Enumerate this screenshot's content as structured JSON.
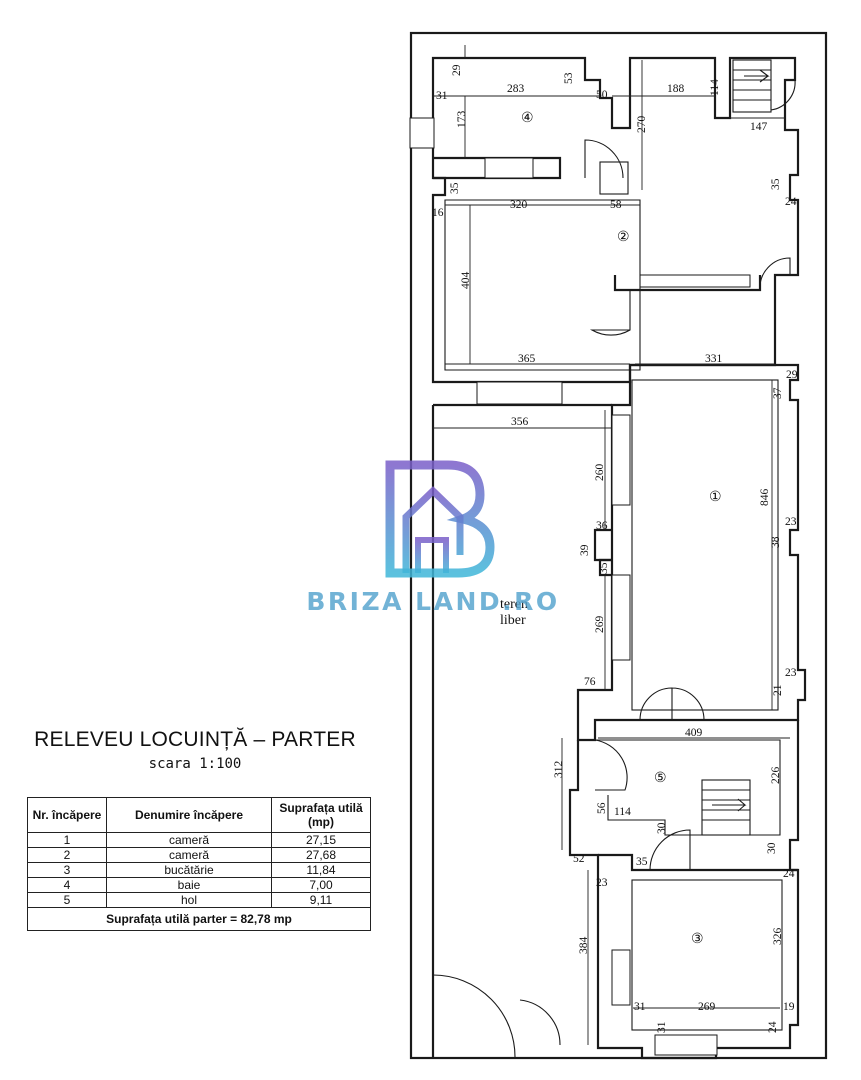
{
  "title": "RELEVEU LOCUINȚĂ – PARTER",
  "scale": "scara 1:100",
  "watermark": {
    "text": "BRIZA LAND.RO",
    "colors": {
      "purple": "#7a5fc9",
      "blue": "#3fb6d8"
    }
  },
  "table": {
    "headers": [
      "Nr. încăpere",
      "Denumire încăpere",
      "Suprafața utilă (mp)"
    ],
    "rows": [
      {
        "nr": "1",
        "name": "cameră",
        "area": "27,15"
      },
      {
        "nr": "2",
        "name": "cameră",
        "area": "27,68"
      },
      {
        "nr": "3",
        "name": "bucătărie",
        "area": "11,84"
      },
      {
        "nr": "4",
        "name": "baie",
        "area": "7,00"
      },
      {
        "nr": "5",
        "name": "hol",
        "area": "9,11"
      }
    ],
    "total": "Suprafața utilă parter = 82,78 mp"
  },
  "rooms": {
    "r1": "①",
    "r2": "②",
    "r3": "③",
    "r4": "④",
    "r5": "⑤",
    "yard_line1": "teren",
    "yard_line2": "liber"
  },
  "dims": {
    "d29_top": "29",
    "d283": "283",
    "d53": "53",
    "d31": "31",
    "d50": "50",
    "d188": "188",
    "d114_top": "114",
    "d173": "173",
    "d270": "270",
    "d147": "147",
    "d35_right": "35",
    "d24_right": "24",
    "d35_left": "35",
    "d16": "16",
    "d320": "320",
    "d58": "58",
    "d404": "404",
    "d365": "365",
    "d331": "331",
    "d29_r2": "29",
    "d37": "37",
    "d356": "356",
    "d260": "260",
    "d846": "846",
    "d36": "36",
    "d23_a": "23",
    "d39": "39",
    "d38": "38",
    "d35_mid": "35",
    "d269_left": "269",
    "d76": "76",
    "d23_b": "23",
    "d21": "21",
    "d409": "409",
    "d312": "312",
    "d226": "226",
    "d56": "56",
    "d114_mid": "114",
    "d30_mid": "30",
    "d52": "52",
    "d35_bot": "35",
    "d30_right": "30",
    "d23_c": "23",
    "d24_bot": "24",
    "d384": "384",
    "d326": "326",
    "d31_bot": "31",
    "d269_bot": "269",
    "d19": "19",
    "d31_b2": "31",
    "d24_b2": "24"
  }
}
